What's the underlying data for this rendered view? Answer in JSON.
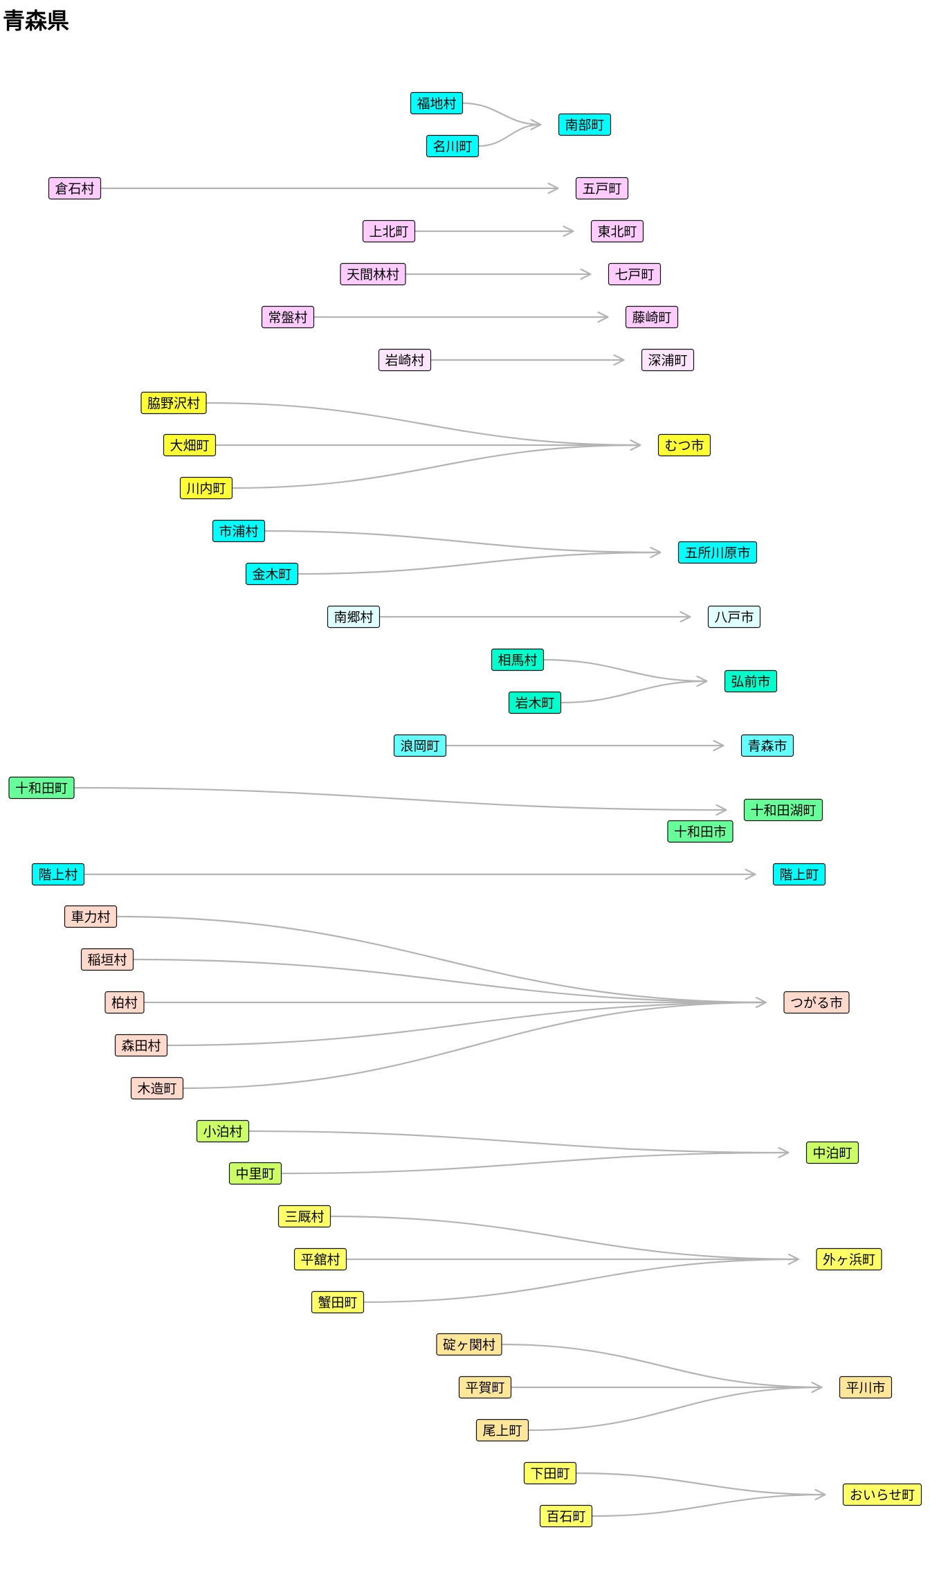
{
  "title": "青森県",
  "colors": {
    "cyan": "#00ffff",
    "pink": "#ffccff",
    "lightpink": "#ffe6ff",
    "yellow": "#ffff33",
    "lightcyan": "#e0ffff",
    "aqua": "#00ffcc",
    "sky": "#66ffff",
    "green": "#66ff99",
    "salmon": "#ffd9cc",
    "lime": "#ccff66",
    "yellow2": "#ffff66",
    "tan": "#ffe699",
    "edge": "#b4b4b4"
  },
  "groups": [
    {
      "color": "cyan",
      "target": "南部町",
      "sources": [
        "福地村",
        "名川町"
      ]
    },
    {
      "color": "pink",
      "target": "五戸町",
      "sources": [
        "倉石村"
      ]
    },
    {
      "color": "pink",
      "target": "東北町",
      "sources": [
        "上北町"
      ]
    },
    {
      "color": "pink",
      "target": "七戸町",
      "sources": [
        "天間林村"
      ]
    },
    {
      "color": "pink",
      "target": "藤崎町",
      "sources": [
        "常盤村"
      ]
    },
    {
      "color": "lightpink",
      "target": "深浦町",
      "sources": [
        "岩崎村"
      ]
    },
    {
      "color": "yellow",
      "target": "むつ市",
      "sources": [
        "脇野沢村",
        "大畑町",
        "川内町"
      ]
    },
    {
      "color": "cyan",
      "target": "五所川原市",
      "sources": [
        "市浦村",
        "金木町"
      ]
    },
    {
      "color": "lightcyan",
      "target": "八戸市",
      "sources": [
        "南郷村"
      ]
    },
    {
      "color": "aqua",
      "target": "弘前市",
      "sources": [
        "相馬村",
        "岩木町"
      ]
    },
    {
      "color": "sky",
      "target": "青森市",
      "sources": [
        "浪岡町"
      ]
    },
    {
      "color": "green",
      "target": "十和田湖町",
      "sources": [
        "十和田町"
      ],
      "extra": "十和田市"
    },
    {
      "color": "cyan",
      "target": "階上町",
      "sources": [
        "階上村"
      ]
    },
    {
      "color": "salmon",
      "target": "つがる市",
      "sources": [
        "車力村",
        "稲垣村",
        "柏村",
        "森田村",
        "木造町"
      ]
    },
    {
      "color": "lime",
      "target": "中泊町",
      "sources": [
        "小泊村",
        "中里町"
      ]
    },
    {
      "color": "yellow2",
      "target": "外ヶ浜町",
      "sources": [
        "三厩村",
        "平舘村",
        "蟹田町"
      ]
    },
    {
      "color": "tan",
      "target": "平川市",
      "sources": [
        "碇ヶ関村",
        "平賀町",
        "尾上町"
      ]
    },
    {
      "color": "yellow2",
      "target": "おいらせ町",
      "sources": [
        "下田町",
        "百石町"
      ]
    }
  ]
}
